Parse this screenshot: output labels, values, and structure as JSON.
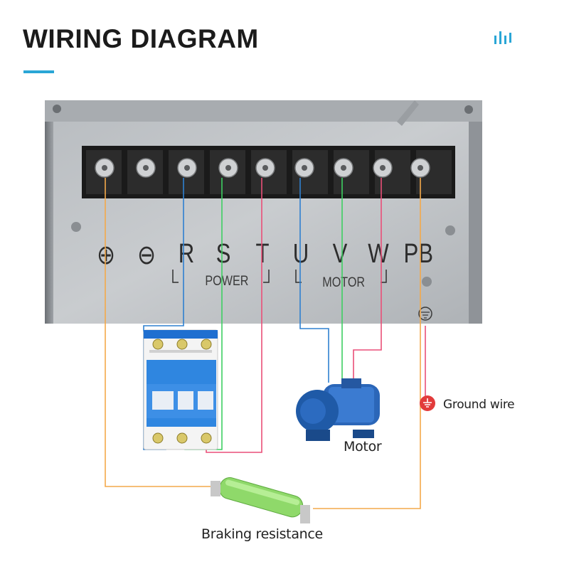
{
  "header": {
    "title": "WIRING DIAGRAM"
  },
  "terminals": [
    "⊕",
    "⊖",
    "R",
    "S",
    "T",
    "U",
    "V",
    "W",
    "PB"
  ],
  "groups": {
    "power": "POWER",
    "motor": "MOTOR"
  },
  "captions": {
    "motor": "Motor",
    "ground": "Ground wire",
    "braking": "Braking resistance"
  },
  "colors": {
    "accent": "#2aa6d6",
    "wire_orange": "#f4a94a",
    "wire_blue": "#2f80d0",
    "wire_green": "#3ecf62",
    "wire_pink": "#ea4f78",
    "ground_red": "#e23b3b"
  },
  "icons": {
    "brand": "signal-bars-icon",
    "ground": "ground-symbol-icon"
  }
}
